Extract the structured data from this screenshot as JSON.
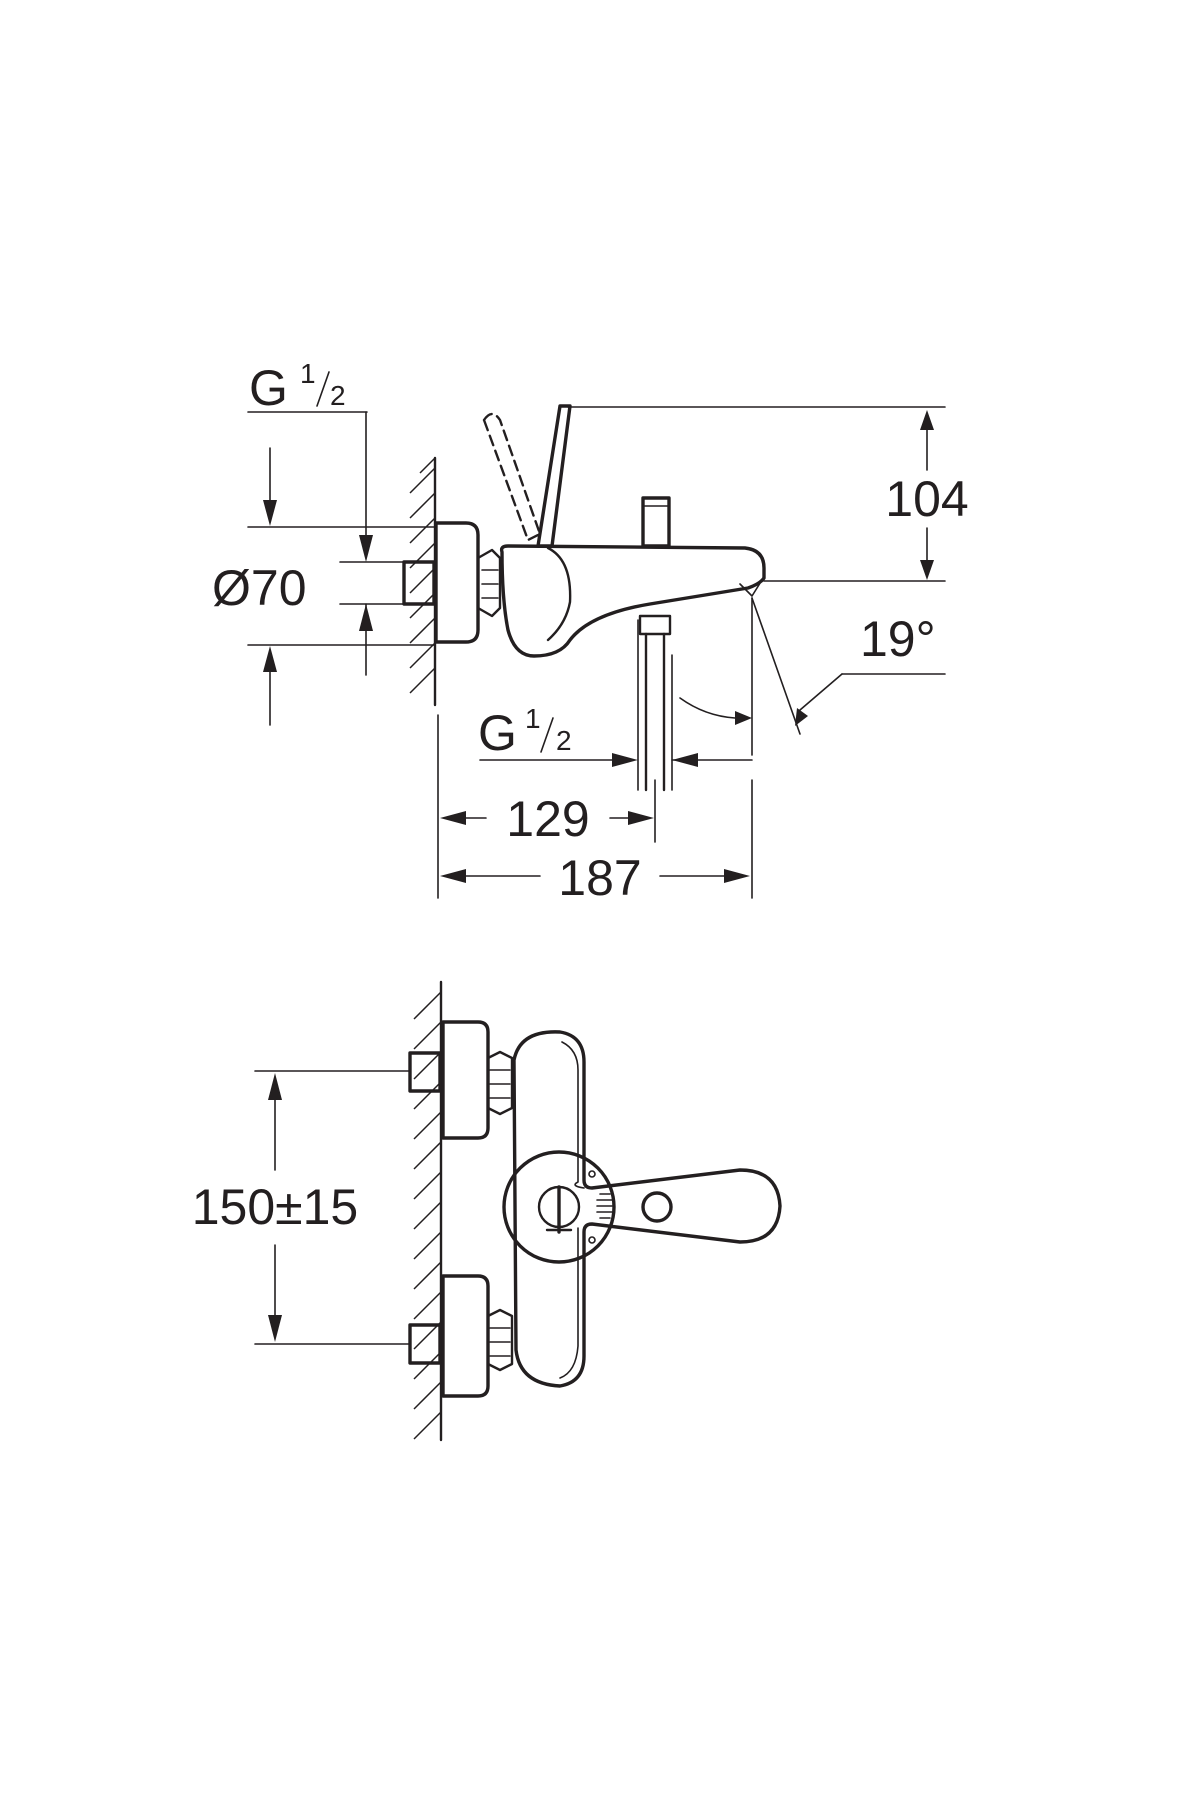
{
  "side_view": {
    "label_g_top_main": "G",
    "label_g_top_num": "1",
    "label_g_top_den": "2",
    "label_diameter": "Ø70",
    "label_height": "104",
    "label_angle": "19°",
    "label_g_bottom_main": "G",
    "label_g_bottom_num": "1",
    "label_g_bottom_den": "2",
    "label_spout_outlet_distance": "129",
    "label_total_projection": "187"
  },
  "front_view": {
    "label_center_distance": "150±15"
  },
  "colors": {
    "line": "#231f20",
    "background": "#ffffff"
  }
}
